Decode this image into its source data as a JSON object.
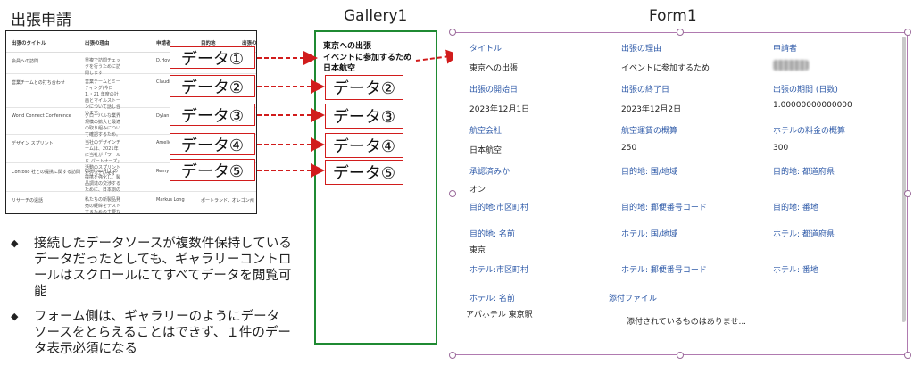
{
  "headings": {
    "left": "出張申請",
    "gallery": "Gallery1",
    "form": "Form1"
  },
  "table": {
    "columns": [
      "出張のタイトル",
      "出張の理由",
      "申請者",
      "目的地",
      "出張の"
    ],
    "rows": [
      {
        "title": "会員への訪問",
        "reason": "重複で訪問チェックを行うために訪問します",
        "person": "D.Hoyos",
        "dest": ""
      },
      {
        "title": "営業チームとの打ち合わせ",
        "reason": "営業チームとミーティング(今日1.・21 年度の計画とマイルストーンについて話し合います。",
        "person": "Claudio Feu",
        "dest": ""
      },
      {
        "title": "World Connect Conference",
        "reason": "グローバルな業界規模の拡大と最適の取り組みについて確認するため。",
        "person": "Dylan Wil",
        "dest": ""
      },
      {
        "title": "デザイン スプリント",
        "reason": "当社のデザインチームは、2021年に当社が「ワールド パートナーズ」活動のスプリントを行っています",
        "person": "Amelie Gr",
        "dest": ""
      },
      {
        "title": "Contoso 社との提携に関する訪問",
        "reason": "Contoso 社との提携を強化し、製品調達の交渉するために、日本側の",
        "person": "Remy Micc",
        "dest": ""
      },
      {
        "title": "リサーチの遠話",
        "reason": "私たちの新製品発売の経緯をテストするための主要な研究セッション",
        "person": "Markus Long",
        "dest": "ポートランド、オレゴン州"
      }
    ]
  },
  "data_labels": [
    "データ①",
    "データ②",
    "データ③",
    "データ④",
    "データ⑤"
  ],
  "notes": [
    "接続したデータソースが複数件保持しているデータだったとしても、ギャラリーコントロールはスクロールにてすべてデータを閲覧可能",
    "フォーム側は、ギャラリーのようにデータ ソースをとらえることはできず、１件のデータ表示必須になる"
  ],
  "gallery": {
    "selected_item": [
      "東京への出張",
      "イベントに参加するため",
      "日本航空"
    ]
  },
  "form": {
    "fields": [
      {
        "label": "タイトル",
        "value": "東京への出張"
      },
      {
        "label": "出張の理由",
        "value": "イベントに参加するため"
      },
      {
        "label": "申請者",
        "value": ""
      },
      {
        "label": "出張の開始日",
        "value": "2023年12月1日"
      },
      {
        "label": "出張の終了日",
        "value": "2023年12月2日"
      },
      {
        "label": "出張の期間 (日数)",
        "value": "1.00000000000000"
      },
      {
        "label": "航空会社",
        "value": "日本航空"
      },
      {
        "label": "航空運賃の概算",
        "value": "250"
      },
      {
        "label": "ホテルの料金の概算",
        "value": "300"
      },
      {
        "label": "承認済みか",
        "value": "オン"
      },
      {
        "label": "目的地: 国/地域",
        "value": ""
      },
      {
        "label": "目的地: 都道府県",
        "value": ""
      },
      {
        "label": "目的地:市区町村",
        "value": ""
      },
      {
        "label": "目的地: 郵便番号コード",
        "value": ""
      },
      {
        "label": "目的地: 番地",
        "value": ""
      },
      {
        "label": "目的地: 名前",
        "value": "東京"
      },
      {
        "label": "ホテル: 国/地域",
        "value": ""
      },
      {
        "label": "ホテル: 都道府県",
        "value": ""
      },
      {
        "label": "ホテル:市区町村",
        "value": ""
      },
      {
        "label": "ホテル: 郵便番号コード",
        "value": ""
      },
      {
        "label": "ホテル: 番地",
        "value": ""
      },
      {
        "label": "ホテル: 名前",
        "value": "アパホテル 東京駅"
      },
      {
        "label": "添付ファイル",
        "value": "添付されているものはありませ..."
      }
    ]
  },
  "colors": {
    "arrow_red": "#d11c1c",
    "gallery_border": "#1f8a32",
    "form_border": "#b07ab0",
    "label_blue": "#2e5aa8"
  }
}
